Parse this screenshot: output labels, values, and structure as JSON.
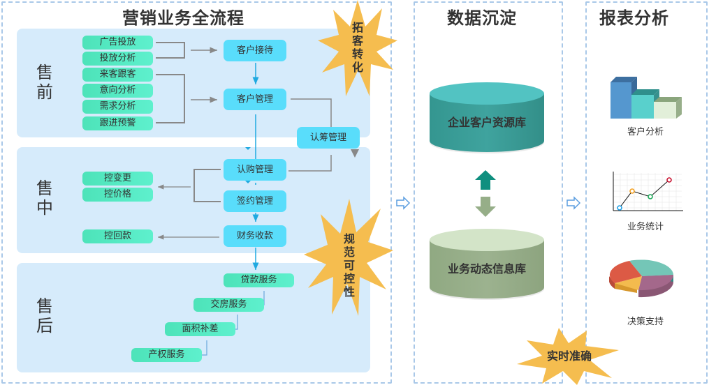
{
  "panels": {
    "flow": {
      "title": "营销业务全流程"
    },
    "data": {
      "title": "数据沉淀"
    },
    "report": {
      "title": "报表分析"
    }
  },
  "stages": {
    "pre": {
      "label": "售前"
    },
    "mid": {
      "label": "售中"
    },
    "post": {
      "label": "售后"
    }
  },
  "pre_items": [
    "广告投放",
    "投放分析",
    "来客跟客",
    "意向分析",
    "需求分析",
    "跟进预警"
  ],
  "mid_items": [
    "控变更",
    "控价格",
    "控回款"
  ],
  "post_items": [
    "贷款服务",
    "交房服务",
    "面积补差",
    "产权服务"
  ],
  "process": {
    "reception": "客户接待",
    "customer_mgmt": "客户管理",
    "raise_funds": "认筹管理",
    "subscription": "认购管理",
    "contract": "签约管理",
    "finance": "财务收款"
  },
  "bursts": {
    "acquire": "拓客转化",
    "control": "规范可控性",
    "realtime": "实时准确"
  },
  "databases": {
    "customer_db": "企业客户资源库",
    "business_db": "业务动态信息库"
  },
  "reports": {
    "customer_analysis": "客户分析",
    "business_stats": "业务统计",
    "decision_support": "决策支持"
  },
  "colors": {
    "green_box": "#4de3b9",
    "blue_box": "#59ddfb",
    "stage_bg": "#d6ebfb",
    "burst": "#f5bd4f",
    "customer_db": "#3a9a96",
    "business_db": "#96ae88",
    "panel_border": "#a9c8e8"
  }
}
